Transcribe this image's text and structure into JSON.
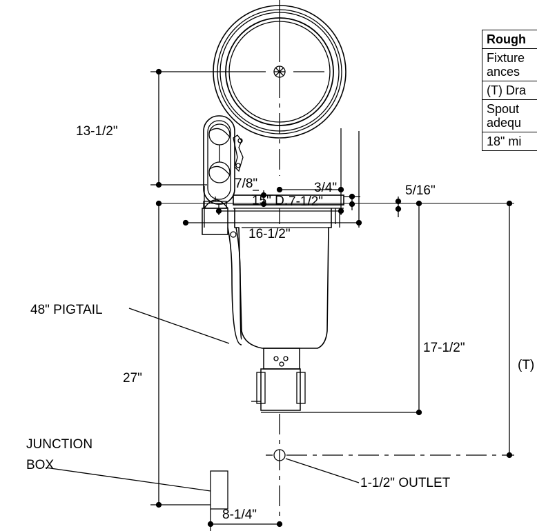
{
  "dimensions": {
    "top_depth": "13-1/2\"",
    "top_center_offset": "7-1/2\"",
    "bowl_diameter": "15\" D.",
    "overall_width": "16-1/2\"",
    "rim_offset_a": "7/8\"",
    "rim_offset_b": "3/4\"",
    "rim_offset_c": "5/16\"",
    "bowl_depth": "17-1/2\"",
    "floor_height": "27\"",
    "junction_offset": "8-1/4\"",
    "drain_partial": "(T)"
  },
  "callouts": {
    "pigtail": "48\" PIGTAIL",
    "junction_line1": "JUNCTION",
    "junction_line2": "BOX",
    "outlet": "1-1/2\" OUTLET"
  },
  "table": {
    "header": "Rough",
    "row1_line1": "Fixture",
    "row1_line2": "ances",
    "row2": "(T) Dra",
    "row3_line1": "Spout",
    "row3_line2": "adequ",
    "row4": "18\" mi"
  }
}
